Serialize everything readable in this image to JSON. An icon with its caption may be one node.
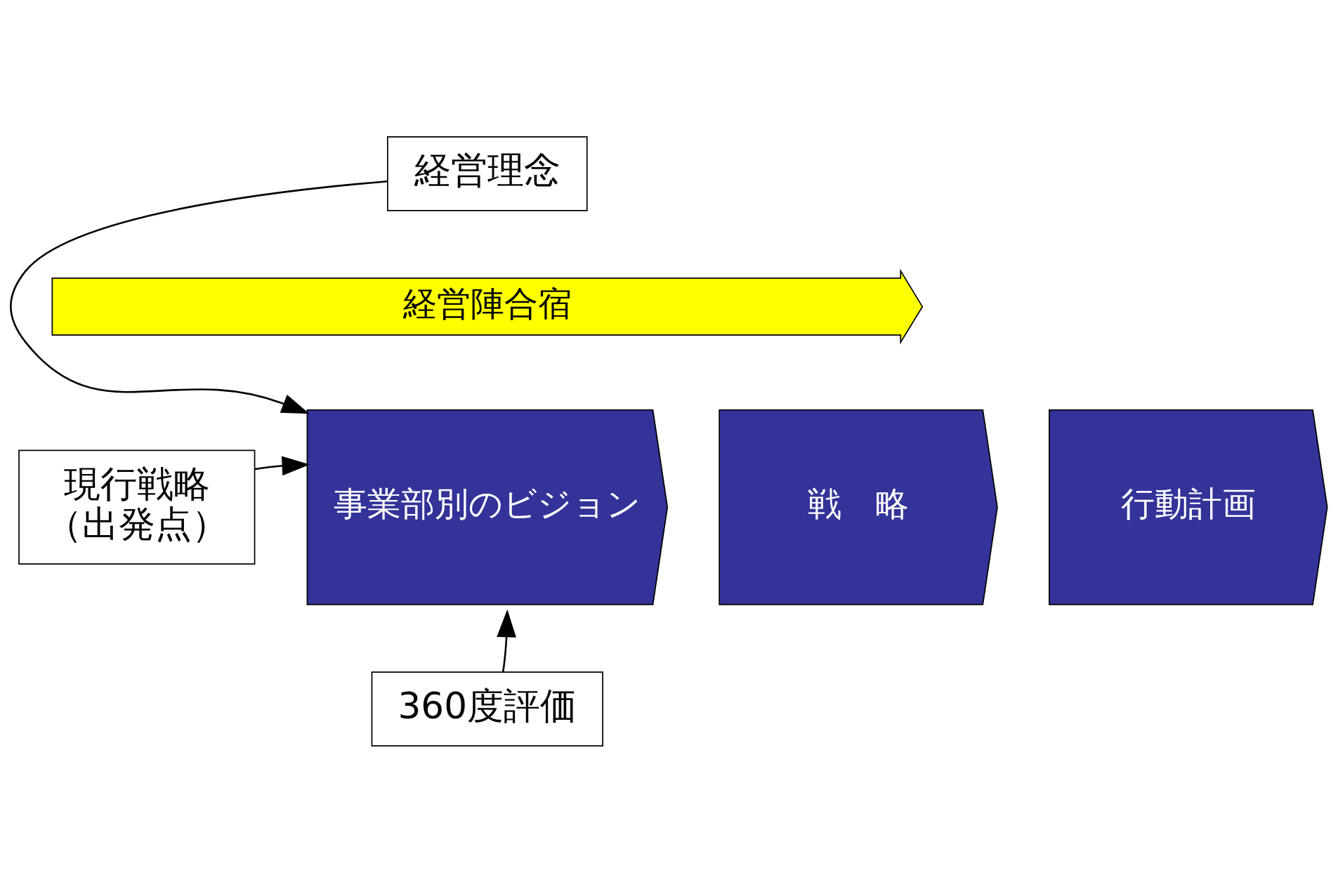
{
  "diagram": {
    "nodes": [
      {
        "text": [
          "経営理念"
        ]
      },
      {
        "text": [
          "現行戦略",
          "（出発点）"
        ]
      },
      {
        "text": [
          "事業部別のビジョン"
        ]
      },
      {
        "text": [
          "戦　略"
        ]
      },
      {
        "text": [
          "行動計画"
        ]
      },
      {
        "text": [
          "経営陣合宿"
        ]
      },
      {
        "text": [
          "360度評価"
        ]
      }
    ],
    "edges": [
      {
        "from": 0,
        "to": 2,
        "arrow": "to"
      },
      {
        "from": 1,
        "to": 2,
        "arrow": "to"
      },
      {
        "from": 6,
        "to": 2,
        "arrow": "to"
      }
    ]
  }
}
